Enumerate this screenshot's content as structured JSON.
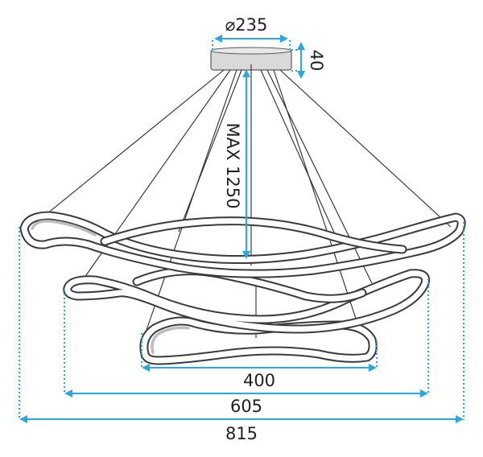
{
  "dimensions": {
    "canopy_diameter": "⌀235",
    "canopy_height": "40",
    "max_drop": "MAX 1250",
    "ring_small": "400",
    "ring_medium": "605",
    "ring_large": "815"
  },
  "colors": {
    "dimension_blue": "#29a8e0",
    "ring_outline": "#3a3a3a",
    "canopy_fill": "#d9d9d9"
  }
}
